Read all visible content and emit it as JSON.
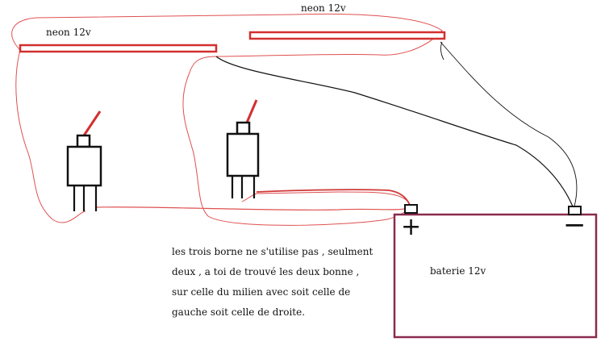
{
  "labels": {
    "neon_left": "neon 12v",
    "neon_right": "neon 12v",
    "battery": "baterie 12v",
    "plus": "+",
    "minus": "−"
  },
  "note": {
    "lines": [
      "les trois borne ne s'utilise pas , seulment",
      "deux , a toi de trouvé les deux bonne ,",
      "sur celle du milien avec soit celle de",
      "gauche soit celle de droite."
    ]
  },
  "colors": {
    "wire_red": "#e05050",
    "neon_red": "#d32f2f",
    "switch_lever": "#d32f2f",
    "battery_outline": "#8b2a4e",
    "wire_black": "#111111"
  }
}
